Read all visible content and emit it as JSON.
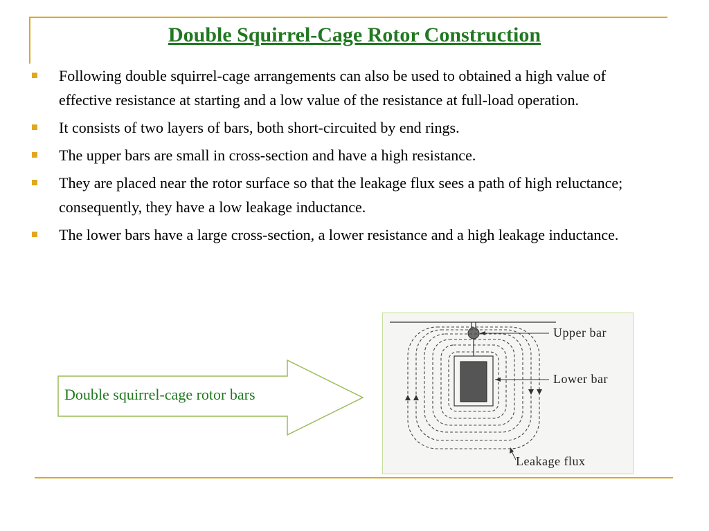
{
  "slide": {
    "title": "Double Squirrel-Cage Rotor Construction",
    "bullets": [
      "Following double squirrel-cage arrangements can also be used to obtained a high value of effective resistance at starting and a low value of the resistance at full-load operation.",
      "It consists of two layers of bars, both short-circuited by end rings.",
      "The upper bars are small in cross-section and have a high resistance.",
      "They are placed near the rotor surface so that the leakage flux sees a path of high reluctance; consequently, they have a low leakage inductance.",
      "The lower bars have a large cross-section, a lower resistance and a high leakage inductance."
    ],
    "callout": "Double squirrel-cage rotor bars"
  },
  "figure": {
    "upper_bar_label": "Upper  bar",
    "lower_bar_label": "Lower  bar",
    "leakage_flux_label": "Leakage  flux"
  },
  "colors": {
    "title": "#217821",
    "accent": "#e0a81f",
    "callout_text": "#217821",
    "arrow_outline": "#9bbb59"
  }
}
